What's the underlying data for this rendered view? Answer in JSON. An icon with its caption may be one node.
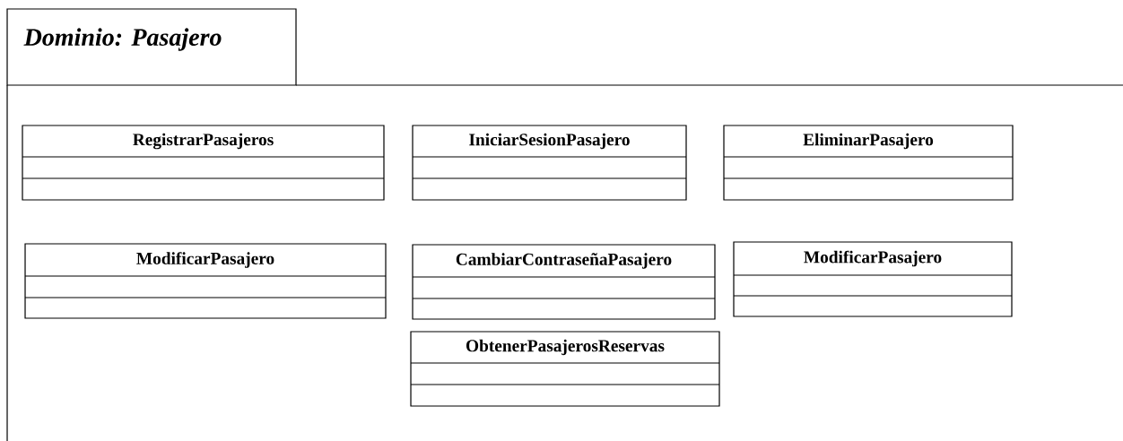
{
  "diagram": {
    "nodes": [
      {
        "text": [
          "Dominio: Pasajero"
        ]
      },
      {
        "text": [
          "RegistrarPasajeros"
        ],
        "in": 0
      },
      {
        "text": [
          "IniciarSesionPasajero"
        ],
        "in": 0
      },
      {
        "text": [
          "EliminarPasajero"
        ],
        "in": 0
      },
      {
        "text": [
          "ModificarPasajero"
        ],
        "in": 0
      },
      {
        "text": [
          "CambiarContraseñaPasajero"
        ],
        "in": 0
      },
      {
        "text": [
          "ModificarPasajero"
        ],
        "in": 0
      },
      {
        "text": [
          "ObtenerPasajerosReservas"
        ],
        "in": 0
      }
    ]
  }
}
